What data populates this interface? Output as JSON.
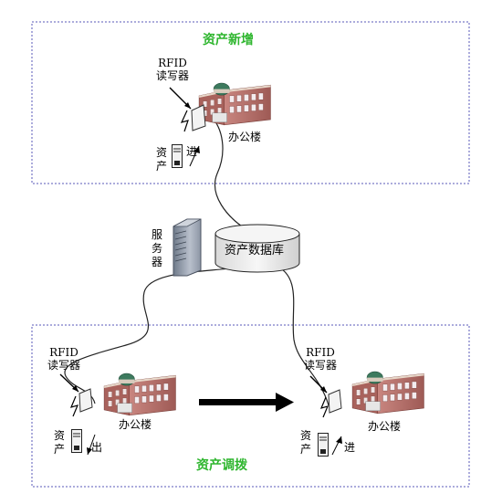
{
  "sections": {
    "new_assets": {
      "title": "资产新增"
    },
    "transfer": {
      "title": "资产调拨"
    }
  },
  "top": {
    "reader_label": "RFID\n读写器",
    "building_label": "办公楼",
    "asset_label": "资\n产",
    "direction_label": "进"
  },
  "center": {
    "server_label": "服\n务\n器",
    "database_label": "资产数据库"
  },
  "bottom_left": {
    "reader_label": "RFID\n读写器",
    "building_label": "办公楼",
    "asset_label": "资\n产",
    "direction_label": "出"
  },
  "bottom_right": {
    "reader_label": "RFID\n读写器",
    "building_label": "办公楼",
    "asset_label": "资\n产",
    "direction_label": "进"
  },
  "colors": {
    "dashed_border": "#5a5ab8",
    "title_green": "#2fb62f",
    "building_brick": "#b8706a",
    "building_dome": "#3d7a5e"
  },
  "icons": [
    "building-icon",
    "rfid-reader-icon",
    "asset-terminal-icon",
    "server-icon",
    "database-icon",
    "lightning-icon",
    "direction-arrow-icon",
    "transfer-arrow-icon"
  ]
}
